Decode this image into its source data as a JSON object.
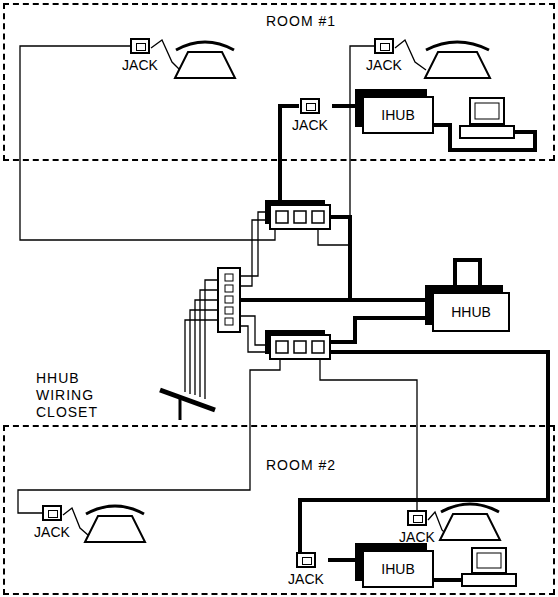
{
  "diagram": {
    "nodes": [
      {
        "text": [
          "ROOM #1"
        ]
      },
      {
        "text": [
          "JACK"
        ],
        "in": 0
      },
      {
        "text": [
          "JACK"
        ],
        "in": 0
      },
      {
        "text": [
          "JACK"
        ],
        "in": 0
      },
      {
        "text": [
          "IHUB"
        ],
        "in": 0
      },
      {
        "text": [
          "HHUB"
        ]
      },
      {
        "text": [
          "ROOM #2"
        ]
      },
      {
        "text": [
          "JACK"
        ],
        "in": 6
      },
      {
        "text": [
          "JACK"
        ],
        "in": 6
      },
      {
        "text": [
          "JACK"
        ],
        "in": 6
      },
      {
        "text": [
          "IHUB"
        ],
        "in": 6
      }
    ],
    "edges": [
      {
        "from": 3,
        "to": 4,
        "arrow": "none"
      },
      {
        "from": 9,
        "to": 10,
        "arrow": "none"
      }
    ],
    "labels": [
      "HHUB WIRING CLOSET"
    ]
  }
}
